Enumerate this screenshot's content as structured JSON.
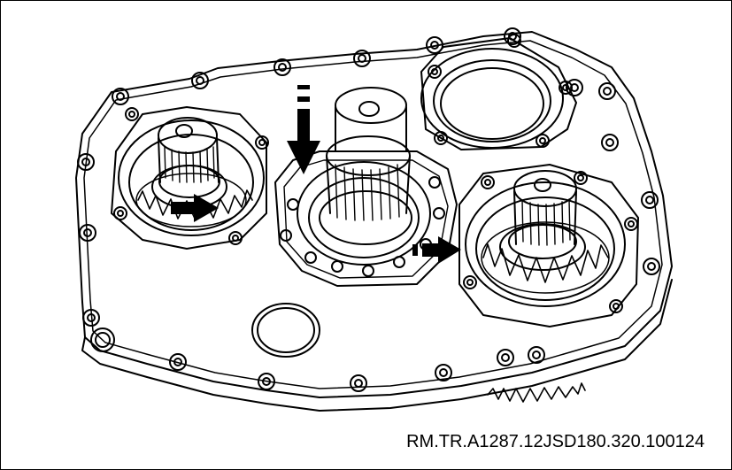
{
  "figure": {
    "caption": "RM.TR.A1287.12JSD180.320.100124",
    "line_color": "#000000",
    "background_color": "#ffffff",
    "arrows": [
      {
        "name": "down-arrow",
        "direction": "down"
      },
      {
        "name": "left-bearing-arrow",
        "direction": "right"
      },
      {
        "name": "right-bearing-arrow",
        "direction": "right"
      }
    ]
  }
}
